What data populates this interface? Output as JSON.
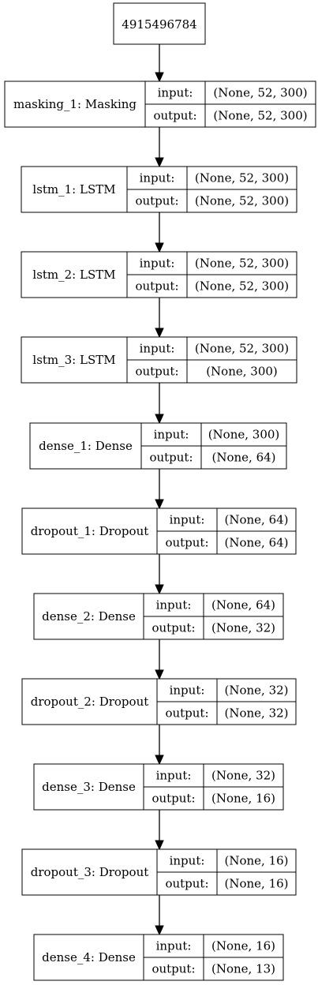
{
  "root": {
    "label": "4915496784"
  },
  "layers": [
    {
      "name": "masking_1: Masking",
      "input": "(None, 52, 300)",
      "output": "(None, 52, 300)"
    },
    {
      "name": "lstm_1: LSTM",
      "input": "(None, 52, 300)",
      "output": "(None, 52, 300)"
    },
    {
      "name": "lstm_2: LSTM",
      "input": "(None, 52, 300)",
      "output": "(None, 52, 300)"
    },
    {
      "name": "lstm_3: LSTM",
      "input": "(None, 52, 300)",
      "output": "(None, 300)"
    },
    {
      "name": "dense_1: Dense",
      "input": "(None, 300)",
      "output": "(None, 64)"
    },
    {
      "name": "dropout_1: Dropout",
      "input": "(None, 64)",
      "output": "(None, 64)"
    },
    {
      "name": "dense_2: Dense",
      "input": "(None, 64)",
      "output": "(None, 32)"
    },
    {
      "name": "dropout_2: Dropout",
      "input": "(None, 32)",
      "output": "(None, 32)"
    },
    {
      "name": "dense_3: Dense",
      "input": "(None, 32)",
      "output": "(None, 16)"
    },
    {
      "name": "dropout_3: Dropout",
      "input": "(None, 16)",
      "output": "(None, 16)"
    },
    {
      "name": "dense_4: Dense",
      "input": "(None, 16)",
      "output": "(None, 13)"
    }
  ],
  "labels": {
    "input": "input:",
    "output": "output:"
  }
}
